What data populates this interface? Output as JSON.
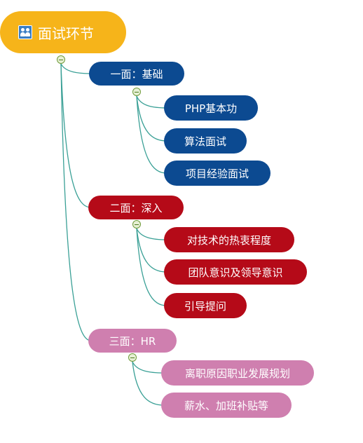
{
  "root": {
    "label": "面试环节",
    "icon": "user-group-icon",
    "color": "#f6b41a"
  },
  "branches": [
    {
      "label": "一面：基础",
      "color": "#0c4a91",
      "children": [
        {
          "label": "PHP基本功"
        },
        {
          "label": "算法面试"
        },
        {
          "label": "项目经验面试"
        }
      ]
    },
    {
      "label": "二面：深入",
      "color": "#b50a18",
      "children": [
        {
          "label": "对技术的热衷程度"
        },
        {
          "label": "团队意识及领导意识"
        },
        {
          "label": "引导提问"
        }
      ]
    },
    {
      "label": "三面：HR",
      "color": "#cf7faf",
      "children": [
        {
          "label": "离职原因职业发展规划"
        },
        {
          "label": "薪水、加班补贴等"
        }
      ]
    }
  ],
  "connector_color": "#3aa096"
}
